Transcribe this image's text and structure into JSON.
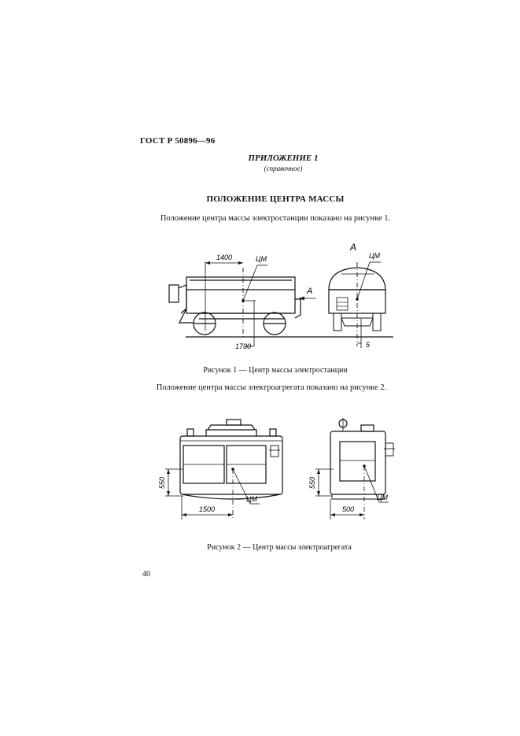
{
  "header": {
    "doc_code": "ГОСТ Р 50896—96"
  },
  "appendix": {
    "title": "ПРИЛОЖЕНИЕ 1",
    "note": "(справочное)"
  },
  "section_title": "ПОЛОЖЕНИЕ ЦЕНТРА МАССЫ",
  "paragraph1": "Положение центра массы электростанции показано на рисунке 1.",
  "figure1": {
    "view_label": "А",
    "arrow_label": "А",
    "cm_label_side": "ЦМ",
    "cm_label_end": "ЦМ",
    "dim_horizontal": "1400",
    "dim_height": "1730",
    "dim_offset": "5",
    "caption": "Рисунок 1 — Центр массы электростанции"
  },
  "paragraph2": "Положение центра массы электроагрегата показано на рисунке 2.",
  "figure2": {
    "dim_height_front": "550",
    "dim_width_front": "1500",
    "cm_label_front": "ЦМ",
    "dim_height_side": "550",
    "dim_width_side": "500",
    "cm_label_side": "ЦМ",
    "caption": "Рисунок 2 — Центр массы электроагрегата"
  },
  "page_number": "40"
}
